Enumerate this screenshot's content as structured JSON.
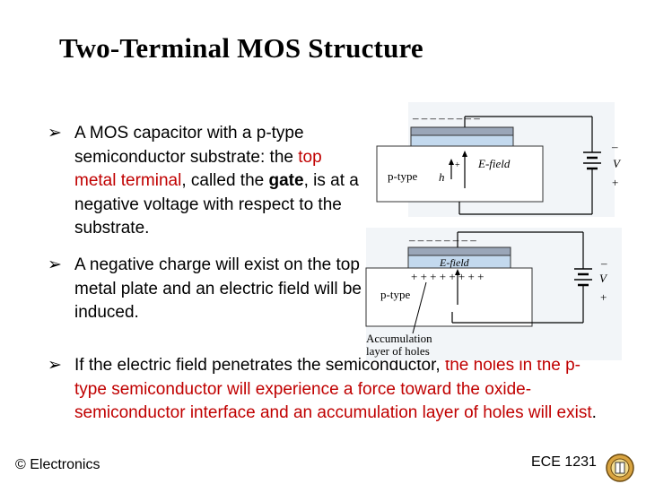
{
  "slide": {
    "title": "Two-Terminal MOS Structure",
    "bullets": [
      {
        "t1": "A MOS capacitor with a p-type semiconductor substrate: the ",
        "t2": "top metal terminal",
        "t3": ", called the ",
        "t4": "gate",
        "t5": ", is at a negative voltage with respect to the substrate."
      },
      {
        "t1": "A negative charge will exist on the top metal plate and an electric field will be induced."
      },
      {
        "t1": "If the electric field penetrates the semiconductor, ",
        "t2": "the holes in the p-type semiconductor will experience a force toward the oxide-semiconductor interface and an accumulation layer of holes will exist",
        "t3": "."
      }
    ],
    "footer_left": "© Electronics",
    "footer_right": "ECE 1231"
  },
  "figure": {
    "top": {
      "charges": "– – – – – – – –",
      "region": "p-type",
      "field": "E-field",
      "carrier": "h",
      "minus": "–",
      "voltage": "V",
      "plus": "+"
    },
    "bottom": {
      "charges": "– – – – – – – –",
      "field": "E-field",
      "holes": "+ + + + + + + +",
      "region": "p-type",
      "minus": "–",
      "voltage": "V",
      "plus": "+",
      "caption_line1": "Accumulation",
      "caption_line2": "layer of holes"
    }
  }
}
